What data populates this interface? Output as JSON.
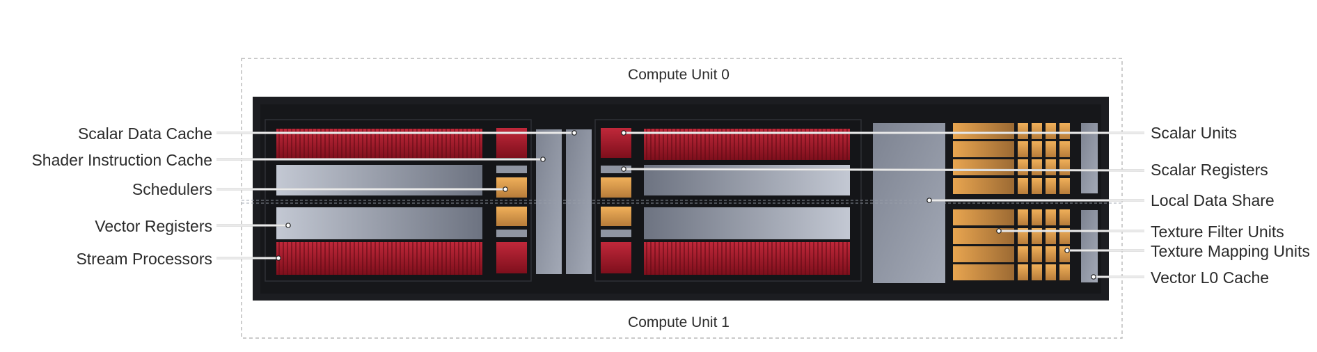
{
  "compute_units": {
    "top": "Compute Unit 0",
    "bottom": "Compute Unit 1"
  },
  "labels_left": [
    "Scalar Data Cache",
    "Shader Instruction Cache",
    "Schedulers",
    "Vector Registers",
    "Stream Processors"
  ],
  "labels_right": [
    "Scalar Units",
    "Scalar Registers",
    "Local Data Share",
    "Texture Filter Units",
    "Texture Mapping Units",
    "Vector L0 Cache"
  ],
  "colors": {
    "stream_processor_red": "#b01d2c",
    "scalar_orange": "#e9a04a",
    "register_gray": "#a9afbd",
    "chip_background": "#1c1d21"
  }
}
